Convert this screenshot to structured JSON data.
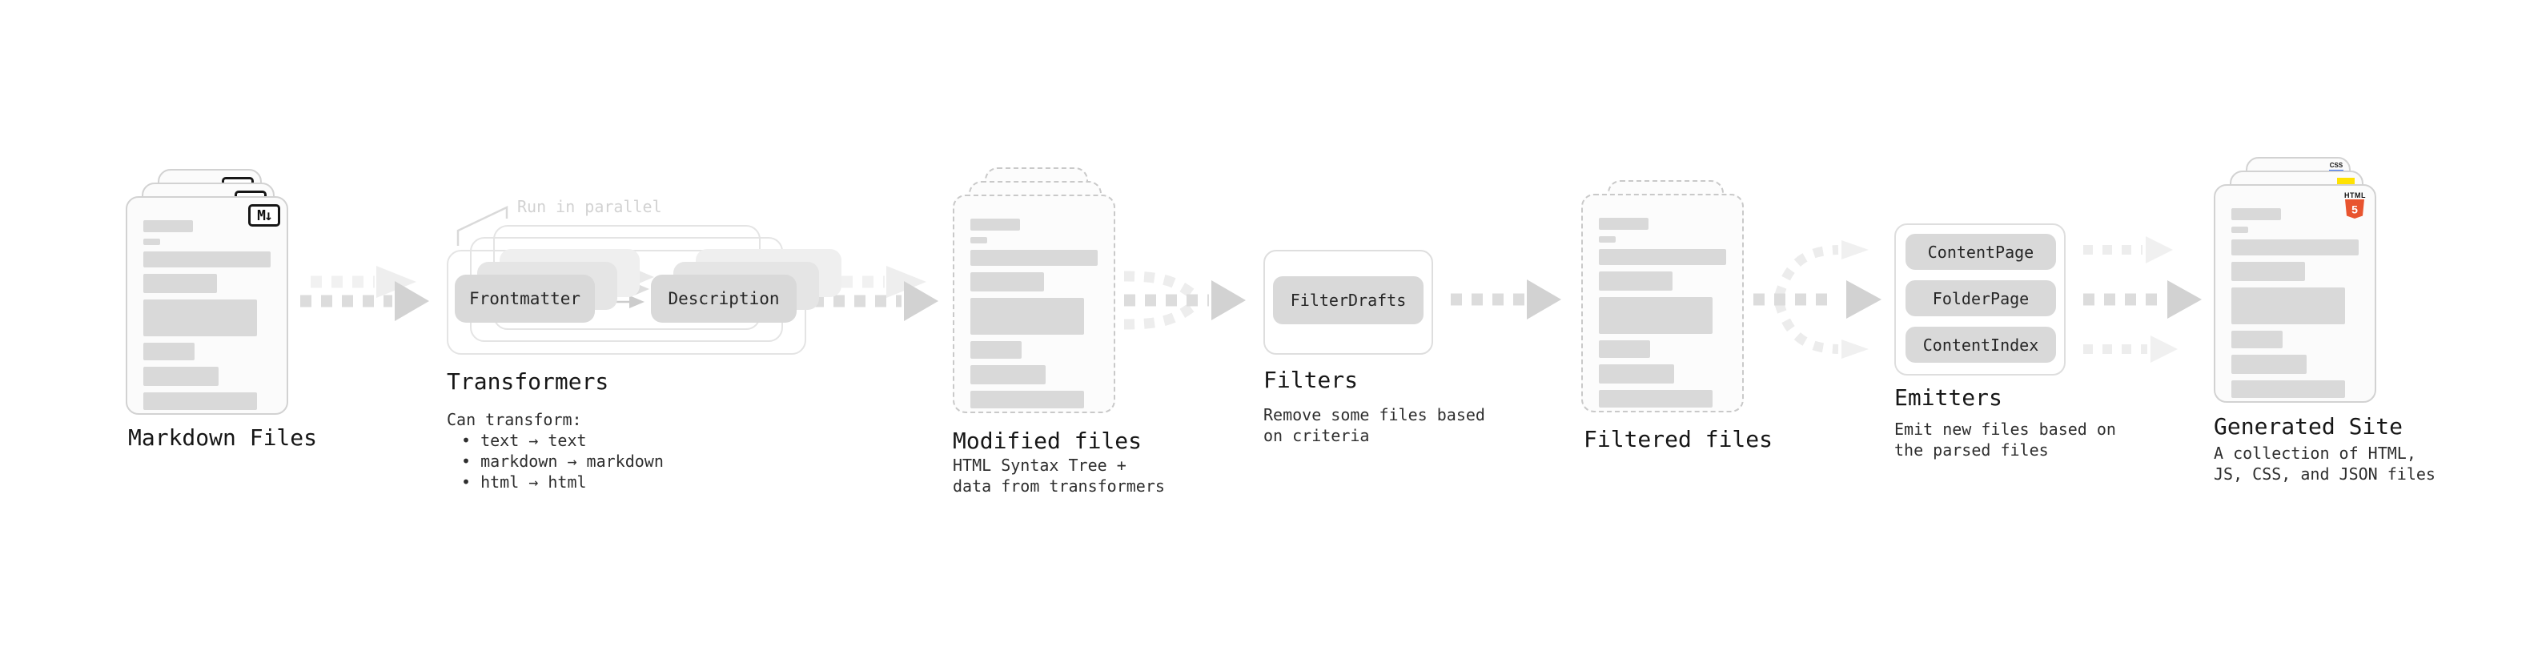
{
  "stages": [
    {
      "title": "Markdown Files"
    },
    {
      "title": "Transformers",
      "annotation": "Run in parallel",
      "pills": [
        "Frontmatter",
        "Description"
      ],
      "lines": [
        "Can transform:",
        "• text → text",
        "• markdown → markdown",
        "• html → html"
      ]
    },
    {
      "title": "Modified files",
      "lines": [
        "HTML Syntax Tree +",
        "data from transformers"
      ]
    },
    {
      "title": "Filters",
      "pills": [
        "FilterDrafts"
      ],
      "lines": [
        "Remove some files based",
        "on criteria"
      ]
    },
    {
      "title": "Filtered files"
    },
    {
      "title": "Emitters",
      "pills": [
        "ContentPage",
        "FolderPage",
        "ContentIndex"
      ],
      "lines": [
        "Emit new files based on",
        "the parsed files"
      ]
    },
    {
      "title": "Generated Site",
      "lines": [
        "A collection of HTML,",
        "JS, CSS, and JSON files"
      ]
    }
  ],
  "icons": {
    "markdown_badge": "M↓",
    "html5_label": "HTML",
    "html5_number": "5",
    "css_label": "CSS"
  },
  "colors": {
    "html5_orange": "#e8542f",
    "js_yellow": "#ffe202",
    "css_blue": "#2965f1",
    "skeleton_bar": "#d9d9d9",
    "pill_bg": "#d9d9d9",
    "annotation_gray": "#d2d2d2",
    "text_primary": "#161616"
  }
}
